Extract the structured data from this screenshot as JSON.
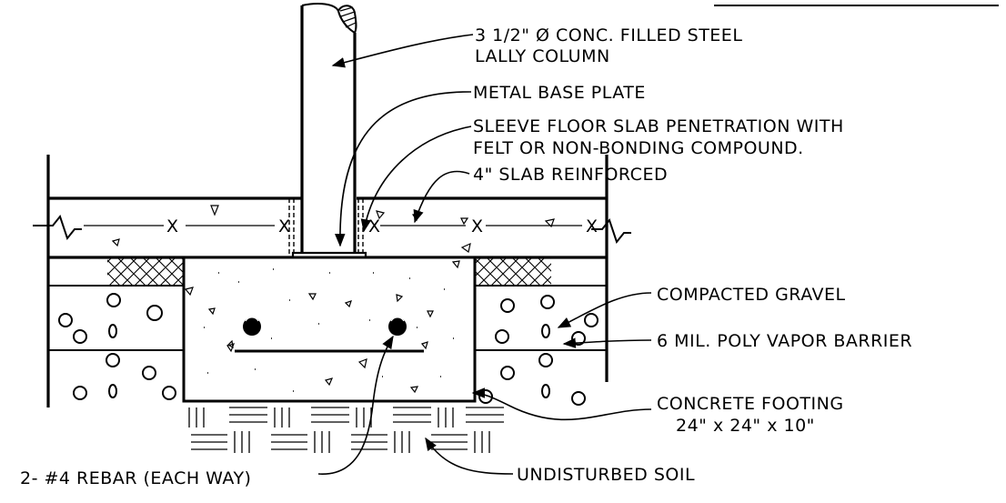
{
  "labels": {
    "column_line1": "3 1/2\" Ø CONC. FILLED STEEL",
    "column_line2": "LALLY COLUMN",
    "base_plate": "METAL BASE PLATE",
    "sleeve_line1": "SLEEVE FLOOR SLAB PENETRATION WITH",
    "sleeve_line2": "FELT OR NON-BONDING COMPOUND.",
    "slab": "4\" SLAB REINFORCED",
    "gravel": "COMPACTED GRAVEL",
    "vapor_barrier": "6 MIL. POLY VAPOR BARRIER",
    "footing_line1": "CONCRETE FOOTING",
    "footing_line2": "24\" x 24\" x 10\"",
    "soil": "UNDISTURBED SOIL",
    "rebar": "2- #4 REBAR (EACH WAY)",
    "mesh_mark": "X"
  },
  "colors": {
    "ink": "#000000",
    "paper": "#ffffff"
  }
}
